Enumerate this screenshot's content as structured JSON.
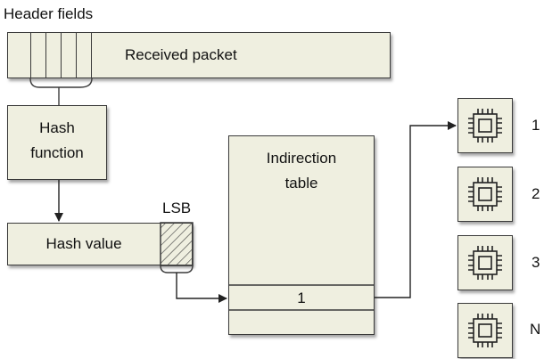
{
  "labels": {
    "header_fields": "Header fields",
    "received_packet": "Received packet",
    "hash_function_line1": "Hash",
    "hash_function_line2": "function",
    "hash_value": "Hash value",
    "lsb": "LSB",
    "indirection_line1": "Indirection",
    "indirection_line2": "table",
    "table_entry": "1"
  },
  "cpus": [
    {
      "label": "1"
    },
    {
      "label": "2"
    },
    {
      "label": "3"
    },
    {
      "label": "N"
    }
  ],
  "colors": {
    "box_fill": "#efefe0",
    "stroke": "#3a3a3a"
  }
}
